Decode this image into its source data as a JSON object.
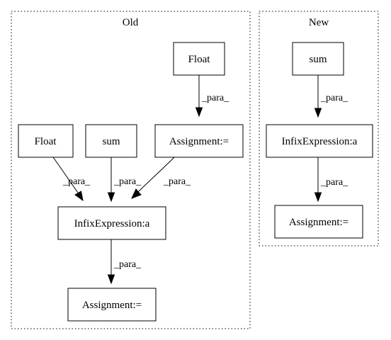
{
  "clusters": {
    "old": {
      "label": "Old"
    },
    "new": {
      "label": "New"
    }
  },
  "nodes": {
    "old_float_top": "Float",
    "old_float_left": "Float",
    "old_sum": "sum",
    "old_assignment_mid": "Assignment:=",
    "old_infix": "InfixExpression:a",
    "old_assignment_bottom": "Assignment:=",
    "new_sum": "sum",
    "new_infix": "InfixExpression:a",
    "new_assignment": "Assignment:="
  },
  "edges": {
    "old_float_top_to_assignment": "_para_",
    "old_float_left_to_infix": "_para_",
    "old_sum_to_infix": "_para_",
    "old_assignment_to_infix": "_para_",
    "old_infix_to_assignment": "_para_",
    "new_sum_to_infix": "_para_",
    "new_infix_to_assignment": "_para_"
  }
}
